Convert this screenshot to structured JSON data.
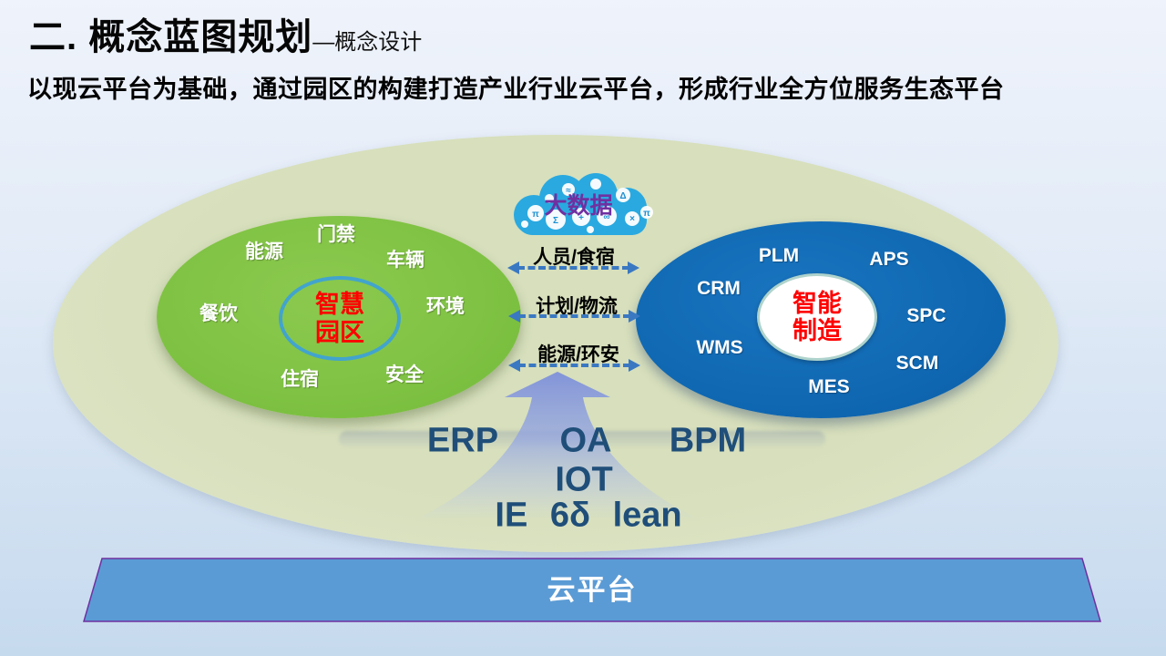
{
  "slide": {
    "title": "二. 概念蓝图规划",
    "title_suffix": "—概念设计",
    "subtitle": "以现云平台为基础，通过园区的构建打造产业行业云平台，形成行业全方位服务生态平台"
  },
  "cloud": {
    "label": "大数据"
  },
  "links": {
    "items": [
      "人员/食宿",
      "计划/物流",
      "能源/环安"
    ]
  },
  "park": {
    "core": [
      "智慧",
      "园区"
    ],
    "satellites": [
      "门禁",
      "能源",
      "车辆",
      "餐饮",
      "环境",
      "住宿",
      "安全"
    ]
  },
  "manufacturing": {
    "core": [
      "智能",
      "制造"
    ],
    "satellites": [
      "PLM",
      "APS",
      "CRM",
      "SPC",
      "WMS",
      "SCM",
      "MES"
    ]
  },
  "foundation": {
    "row1": [
      "ERP",
      "OA",
      "BPM"
    ],
    "row2": [
      "IOT"
    ],
    "row3": [
      "IE 6δ lean"
    ]
  },
  "banner": {
    "label": "云平台"
  },
  "colors": {
    "background_top": "#eff3fb",
    "background_bottom": "#c6daee",
    "eco_ellipse": "#d7dfbc",
    "park_green": "#7fc243",
    "manufacturing_blue": "#0f66b0",
    "cloud_blue": "#2aa9e0",
    "big_data_purple": "#7030a0",
    "core_red": "#ff0000",
    "arrow_blue": "#3a78c2",
    "up_arrow_periwinkle": "#8193dd",
    "foundation_text": "#1f4e79",
    "banner_fill": "#5b9bd5",
    "banner_border": "#7030a0"
  }
}
